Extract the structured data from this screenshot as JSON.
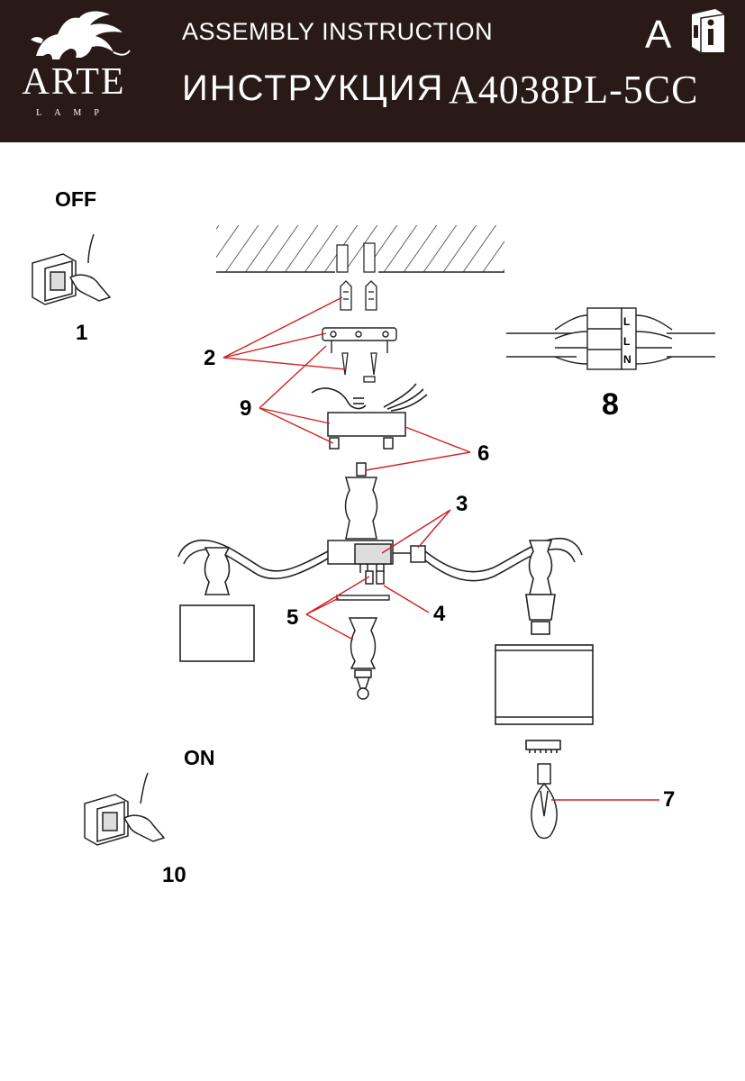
{
  "header": {
    "brand": "ARTE",
    "brand_sub": "LAMP",
    "title_en": "ASSEMBLY INSTRUCTION",
    "title_ru": "ИНСТРУКЦИЯ",
    "model": "A4038PL-5CC",
    "manual_letter": "A",
    "info_icon": "info-book-icon",
    "background": "#2a1a17"
  },
  "steps": {
    "off_label": "OFF",
    "on_label": "ON",
    "step_1": "1",
    "step_10": "10"
  },
  "callouts": {
    "c2": "2",
    "c3": "3",
    "c4": "4",
    "c5": "5",
    "c6": "6",
    "c7": "7",
    "c8": "8",
    "c9": "9",
    "line_color": "#d22020"
  },
  "terminal": {
    "labels": [
      "N",
      "L",
      "L"
    ]
  }
}
